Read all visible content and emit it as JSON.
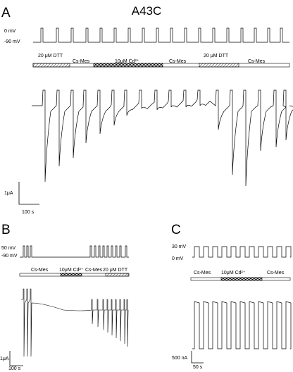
{
  "figure": {
    "title": "A43C",
    "panels": {
      "A": {
        "label": "A",
        "voltage_labels": [
          "0 mV",
          "-90 mV"
        ],
        "solutions": [
          "20 μM DTT",
          "Cs-Mes",
          "10μM Cd²⁺",
          "Cs-Mes",
          "20 μM DTT",
          "Cs-Mes"
        ],
        "scale_current": "1μA",
        "scale_time": "100 s"
      },
      "B": {
        "label": "B",
        "voltage_labels": [
          "50 mV",
          "-90 mV"
        ],
        "solutions": [
          "Cs-Mes",
          "10μM Cd²⁺",
          "Cs-Mes",
          "20 μM DTT"
        ],
        "scale_current": "1μA",
        "scale_time": "100 s"
      },
      "C": {
        "label": "C",
        "voltage_labels": [
          "30 mV",
          "0 mV"
        ],
        "solutions": [
          "Cs-Mes",
          "10μM Cd²⁺",
          "Cs-Mes"
        ],
        "scale_current": "500 nA",
        "scale_time": "50 s"
      }
    }
  }
}
